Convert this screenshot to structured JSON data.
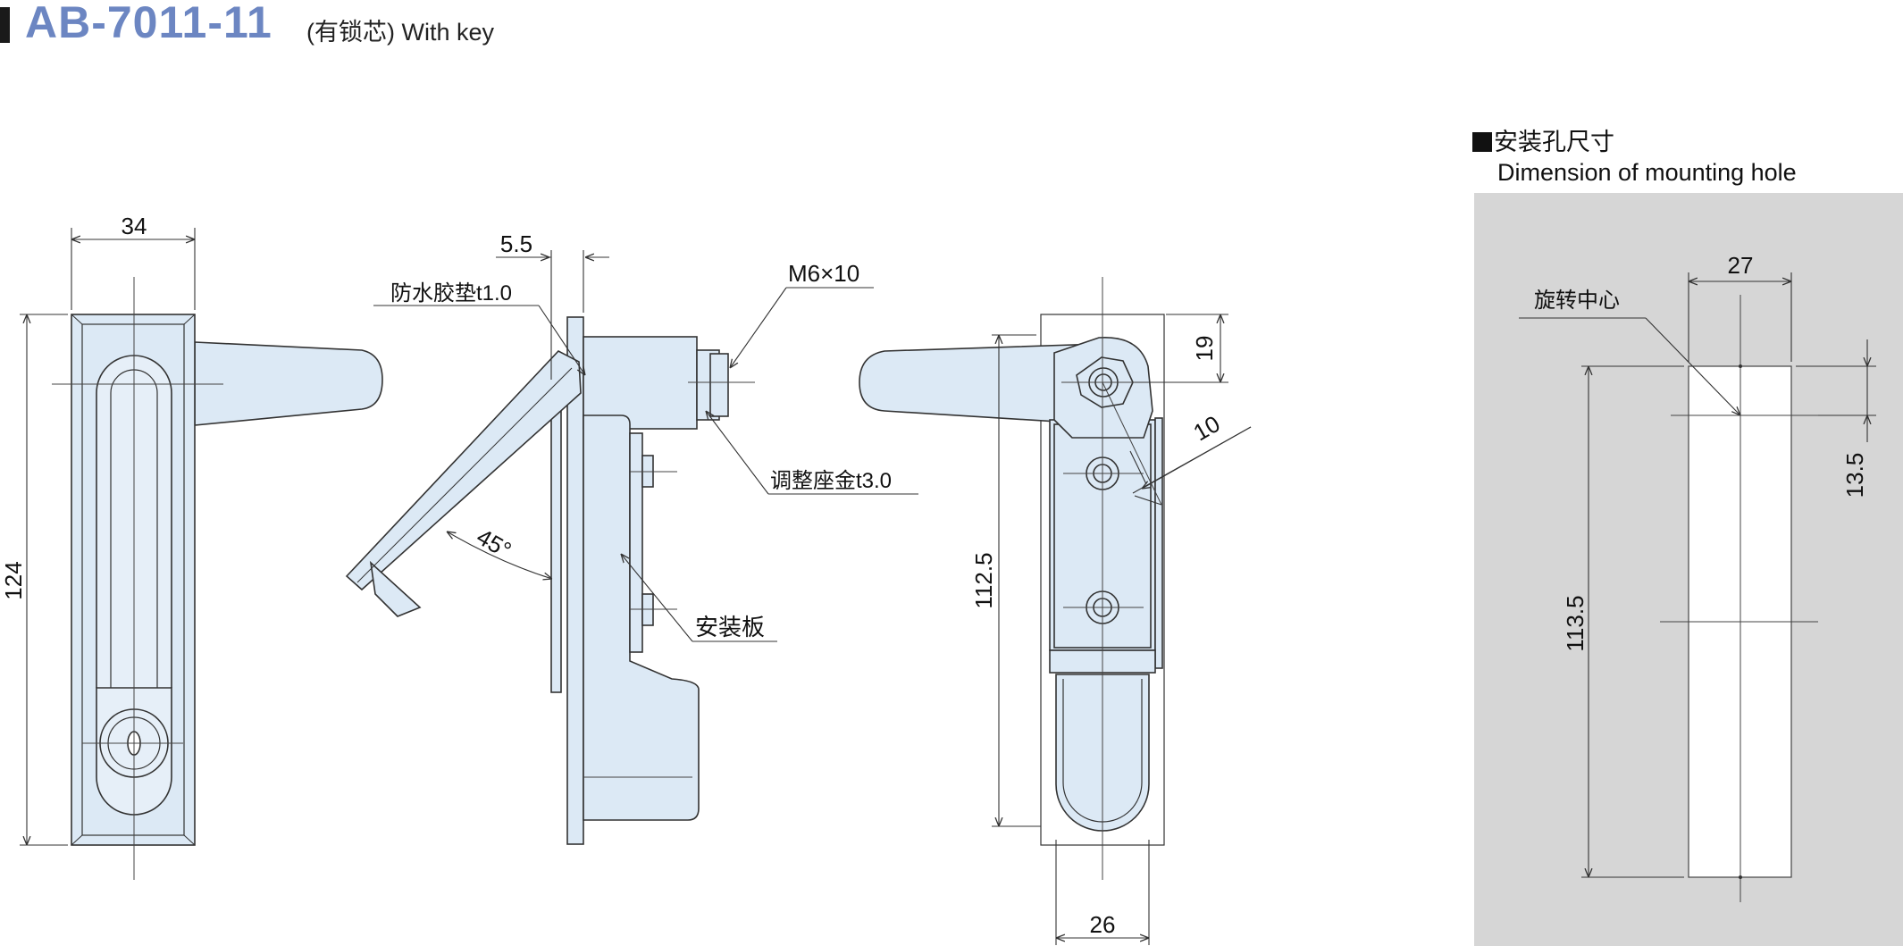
{
  "title": {
    "model": "AB-7011-11",
    "subtitle": "(有锁芯) With key"
  },
  "front_view": {
    "dim_width": "34",
    "dim_height": "124"
  },
  "side_view": {
    "dim_thickness": "5.5",
    "label_gasket": "防水胶垫t1.0",
    "label_screw": "M6×10",
    "label_washer": "调整座金t3.0",
    "label_angle": "45°",
    "label_panel": "安装板"
  },
  "back_view": {
    "dim_top": "19",
    "dim_offset": "10",
    "dim_height": "112.5",
    "dim_width": "26"
  },
  "mounting_hole": {
    "heading_cn": "安装孔尺寸",
    "heading_en": "Dimension of mounting hole",
    "dim_width": "27",
    "dim_offset": "13.5",
    "dim_height": "113.5",
    "label_center": "旋转中心"
  },
  "colors": {
    "title": "#6c86c2",
    "part_fill": "#dce9f5",
    "panel_bg": "#d6d6d6"
  }
}
